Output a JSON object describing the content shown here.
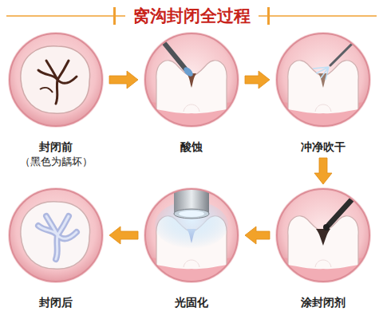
{
  "diagram": {
    "title": "窝沟封闭全过程",
    "nodes": [
      {
        "text": [
          "封闭前",
          "（黑色为龋坏）"
        ]
      },
      {
        "text": [
          "酸蚀"
        ]
      },
      {
        "text": [
          "冲净吹干"
        ]
      },
      {
        "text": [
          "封闭后"
        ]
      },
      {
        "text": [
          "光固化"
        ]
      },
      {
        "text": [
          "涂封闭剂"
        ]
      }
    ],
    "edges": [
      {
        "from": 0,
        "to": 1,
        "arrow": "to"
      },
      {
        "from": 1,
        "to": 2,
        "arrow": "to"
      },
      {
        "from": 2,
        "to": 5,
        "arrow": "to"
      },
      {
        "from": 5,
        "to": 4,
        "arrow": "to"
      },
      {
        "from": 4,
        "to": 3,
        "arrow": "to"
      }
    ]
  }
}
